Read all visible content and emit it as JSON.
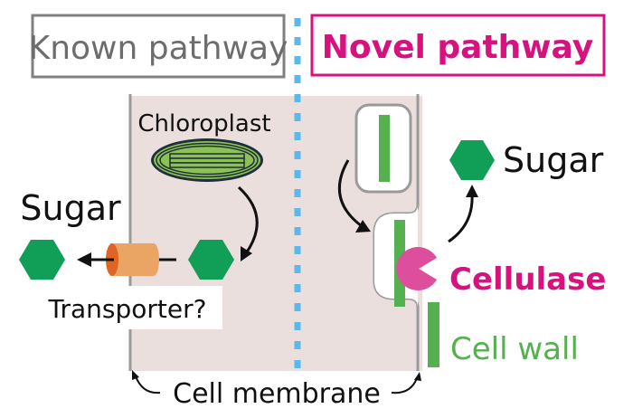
{
  "titles": {
    "known": "Known pathway",
    "novel": "Novel pathway"
  },
  "labels": {
    "chloroplast": "Chloroplast",
    "sugar_left": "Sugar",
    "transporter": "Transporter?",
    "sugar_right": "Sugar",
    "cellulase": "Cellulase",
    "cell_wall": "Cell wall",
    "cell_membrane": "Cell membrane"
  },
  "colors": {
    "known_border": "#808080",
    "known_text": "#6d6d6d",
    "novel": "#d6127e",
    "divider": "#5bb8ea",
    "cell_fill": "#ebdfde",
    "membrane": "#9a9a9a",
    "sugar": "#119e57",
    "cell_wall": "#55b04f",
    "cellulase": "#dd4f9c",
    "transporter": "#eaa463",
    "transporter_end": "#e06522",
    "chloroplast_fill": "#8cc255",
    "chloroplast_stroke": "#1f2f3a"
  }
}
